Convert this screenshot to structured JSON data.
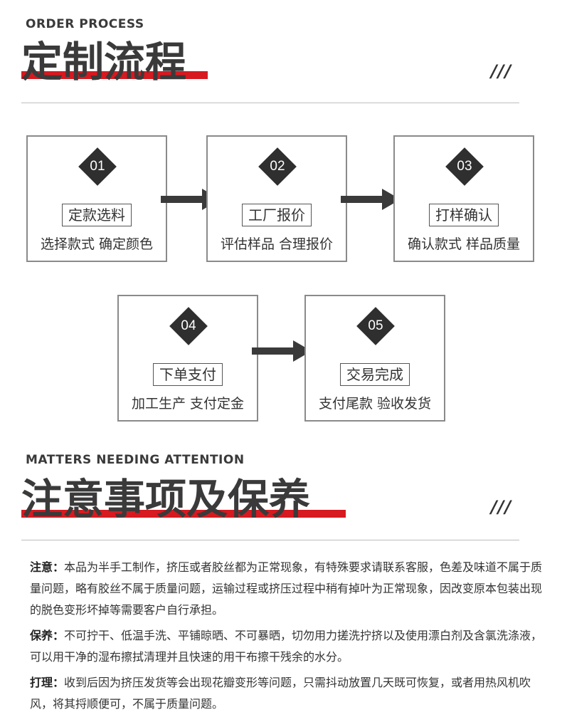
{
  "section1": {
    "en_title": "ORDER PROCESS",
    "cn_title": "定制流程",
    "slashes": "///"
  },
  "steps": [
    {
      "num": "01",
      "label": "定款选料",
      "desc": "选择款式 确定颜色"
    },
    {
      "num": "02",
      "label": "工厂报价",
      "desc": "评估样品 合理报价"
    },
    {
      "num": "03",
      "label": "打样确认",
      "desc": "确认款式 样品质量"
    },
    {
      "num": "04",
      "label": "下单支付",
      "desc": "加工生产 支付定金"
    },
    {
      "num": "05",
      "label": "交易完成",
      "desc": "支付尾款 验收发货"
    }
  ],
  "section2": {
    "en_title": "MATTERS NEEDING ATTENTION",
    "cn_title": "注意事项及保养",
    "slashes": "///"
  },
  "notes": [
    {
      "label": "注意：",
      "text": "本品为半手工制作，挤压或者胶丝都为正常现象，有特殊要求请联系客服，色差及味道不属于质量问题，略有胶丝不属于质量问题，运输过程或挤压过程中稍有掉叶为正常现象，因改变原本包装出现的脱色变形坏掉等需要客户自行承担。"
    },
    {
      "label": "保养：",
      "text": "不可拧干、低温手洗、平铺晾晒、不可暴晒，切勿用力搓洗拧挤以及使用漂白剂及含氯洗涤液，可以用干净的湿布擦拭清理并且快速的用干布擦干残余的水分。"
    },
    {
      "label": "打理：",
      "text": "收到后因为挤压发货等会出现花瓣变形等问题，只需抖动放置几天既可恢复，或者用热风机吹风，将其捋顺便可，不属于质量问题。"
    }
  ]
}
